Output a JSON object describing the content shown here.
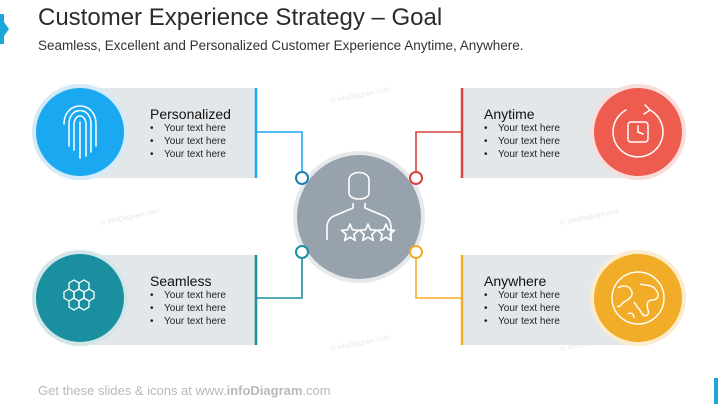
{
  "title": "Customer Experience Strategy – Goal",
  "subtitle": "Seamless, Excellent and Personalized Customer Experience Anytime, Anywhere.",
  "items": [
    {
      "title": "Personalized",
      "bullets": [
        "Your text here",
        "Your text here",
        "Your text here"
      ],
      "color": "#1aa9f0",
      "icon": "fingerprint-icon"
    },
    {
      "title": "Seamless",
      "bullets": [
        "Your text here",
        "Your text here",
        "Your text here"
      ],
      "color": "#1a8fa0",
      "icon": "hexagon-grid-icon"
    },
    {
      "title": "Anytime",
      "bullets": [
        "Your text here",
        "Your text here",
        "Your text here"
      ],
      "color": "#ee5c50",
      "icon": "clock-refresh-icon"
    },
    {
      "title": "Anywhere",
      "bullets": [
        "Your text here",
        "Your text here",
        "Your text here"
      ],
      "color": "#f2ad28",
      "icon": "globe-icon"
    }
  ],
  "center": {
    "icon": "customer-rating-icon",
    "color": "#98a2ad"
  },
  "watermark": "© infoDiagram.com",
  "footer": {
    "prefix": "Get these slides & icons at www.",
    "brand": "infoDiagram",
    "suffix": ".com"
  }
}
